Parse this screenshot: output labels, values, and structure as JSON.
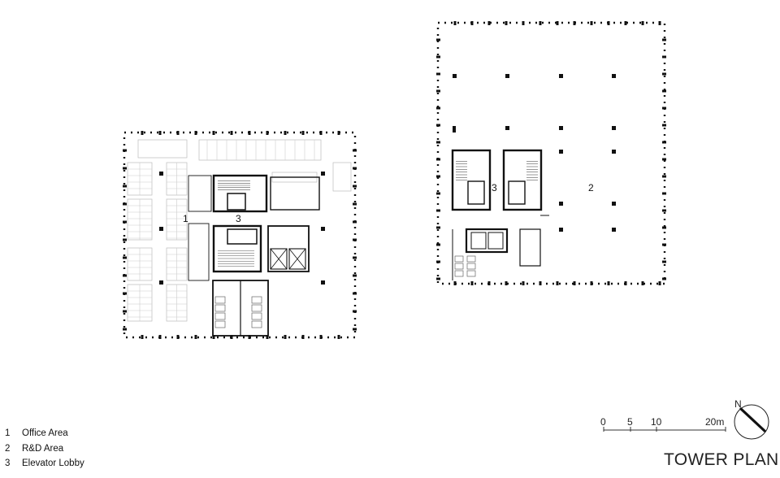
{
  "legend": [
    {
      "num": "1",
      "label": "Office Area"
    },
    {
      "num": "2",
      "label": "R&D Area"
    },
    {
      "num": "3",
      "label": "Elevator Lobby"
    }
  ],
  "labels": {
    "left_office": "1",
    "left_lobby": "3",
    "right_lobby": "3",
    "right_rd": "2"
  },
  "scale": {
    "ticks": [
      "0",
      "5",
      "10",
      "20m"
    ]
  },
  "compass": {
    "label": "N"
  },
  "title": "TOWER PLAN"
}
